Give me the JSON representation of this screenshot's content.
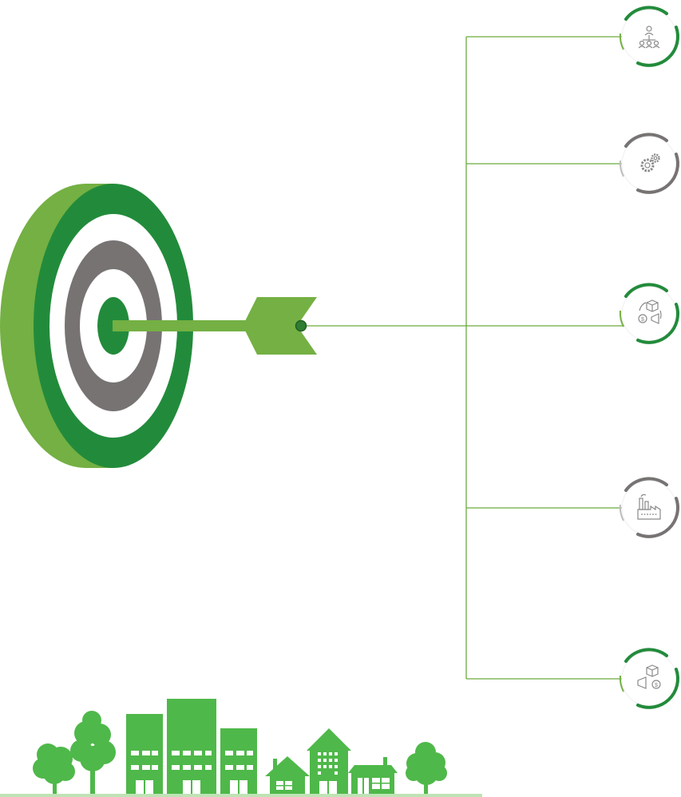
{
  "colors": {
    "dark_green": "#228B3B",
    "light_green": "#74B043",
    "city_green": "#4FB84A",
    "gray": "#777373",
    "line_green": "#6AAA3C",
    "icon_gray": "#8A8A8A",
    "white": "#FFFFFF"
  },
  "target": {
    "rings": [
      "dark-green",
      "white",
      "gray",
      "white",
      "dark-green"
    ]
  },
  "arrow": {
    "color": "light-green"
  },
  "branches": [
    {
      "icon": "team-network-icon",
      "ring": "green"
    },
    {
      "icon": "gears-settings-icon",
      "ring": "gray"
    },
    {
      "icon": "product-marketing-cycle-icon",
      "ring": "green"
    },
    {
      "icon": "factory-icon",
      "ring": "gray"
    },
    {
      "icon": "megaphone-money-icon",
      "ring": "green"
    }
  ],
  "skyline": {
    "elements": [
      "tree",
      "tall-tree",
      "office-building",
      "office-building",
      "office-building",
      "house",
      "townhouse",
      "house",
      "tree"
    ]
  }
}
